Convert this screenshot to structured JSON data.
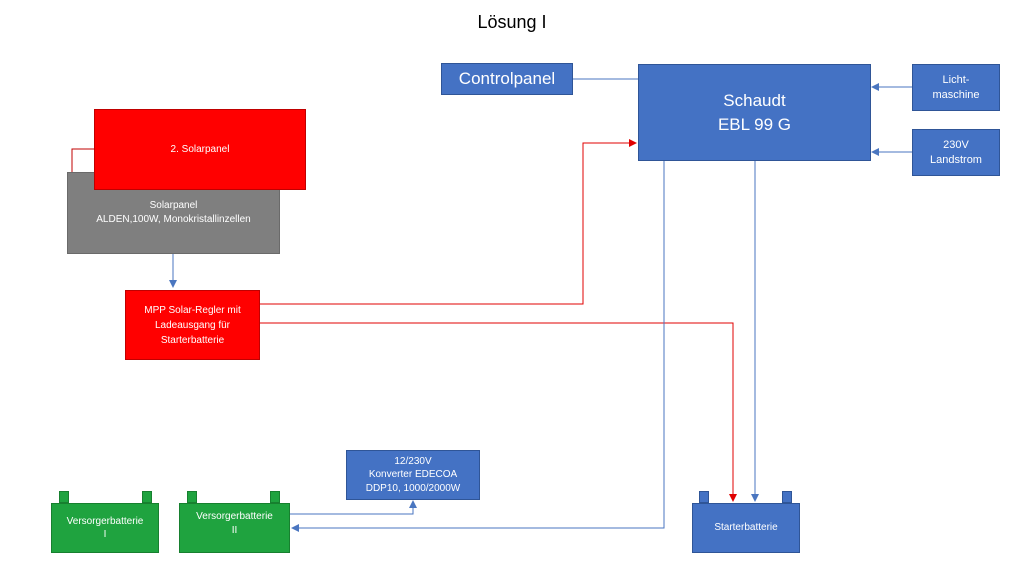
{
  "title": "Lösung I",
  "nodes": {
    "controlpanel": "Controlpanel",
    "schaudt": [
      "Schaudt",
      "EBL 99 G"
    ],
    "lichtmaschine": [
      "Licht-",
      "maschine"
    ],
    "landstrom": [
      "230V",
      "Landstrom"
    ],
    "solarpanel2": "2. Solarpanel",
    "solarpanel1": [
      "Solarpanel",
      "ALDEN,100W, Monokristallinzellen"
    ],
    "mpp_regler": [
      "MPP Solar-Regler mit",
      "Ladeausgang für",
      "Starterbatterie"
    ],
    "konverter": [
      "12/230V",
      "Konverter EDECOA",
      "DDP10, 1000/2000W"
    ],
    "versorger1": [
      "Versorgerbatterie",
      "I"
    ],
    "versorger2": [
      "Versorgerbatterie",
      "II"
    ],
    "starterbatterie": "Starterbatterie"
  },
  "colors": {
    "blue": "#4472c4",
    "red": "#ff0000",
    "grey": "#7f7f7f",
    "green": "#1fa33f",
    "wire_blue": "#4a76c0",
    "wire_red": "#e00000"
  }
}
